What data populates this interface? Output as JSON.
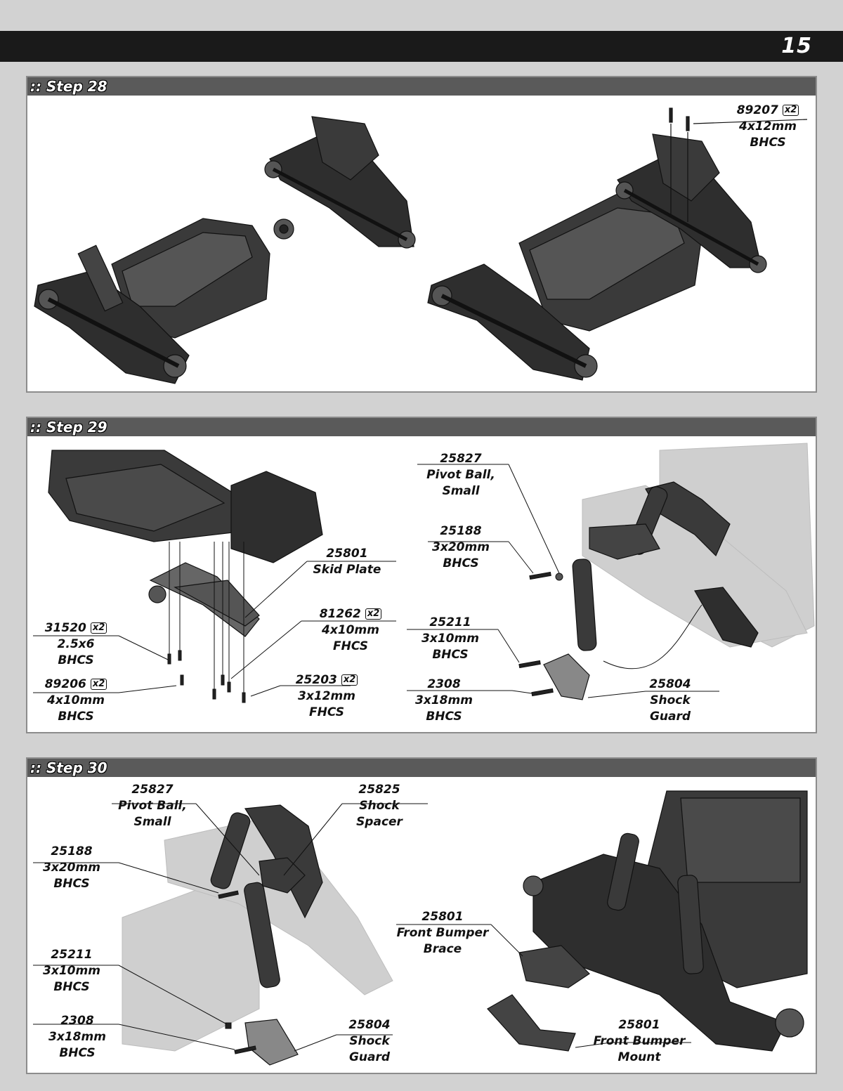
{
  "page": {
    "number": "15"
  },
  "colors": {
    "header_bar": "#1a1a1a",
    "step_bar": "#5a5a5a",
    "background": "#d2d2d2",
    "part_dark": "#333333",
    "part_light": "#cfcfcf"
  },
  "steps": [
    {
      "title": ":: Step 28",
      "labels": [
        {
          "number": "89207",
          "qty": "x2",
          "lines": [
            "4x12mm",
            "BHCS"
          ]
        }
      ]
    },
    {
      "title": ":: Step 29",
      "labels": [
        {
          "number": "25827",
          "qty": "",
          "lines": [
            "Pivot Ball,",
            "Small"
          ]
        },
        {
          "number": "25188",
          "qty": "",
          "lines": [
            "3x20mm",
            "BHCS"
          ]
        },
        {
          "number": "25801",
          "qty": "",
          "lines": [
            "Skid Plate"
          ]
        },
        {
          "number": "81262",
          "qty": "x2",
          "lines": [
            "4x10mm",
            "FHCS"
          ]
        },
        {
          "number": "25211",
          "qty": "",
          "lines": [
            "3x10mm",
            "BHCS"
          ]
        },
        {
          "number": "31520",
          "qty": "x2",
          "lines": [
            "2.5x6",
            "BHCS"
          ]
        },
        {
          "number": "89206",
          "qty": "x2",
          "lines": [
            "4x10mm",
            "BHCS"
          ]
        },
        {
          "number": "25203",
          "qty": "x2",
          "lines": [
            "3x12mm",
            "FHCS"
          ]
        },
        {
          "number": "2308",
          "qty": "",
          "lines": [
            "3x18mm",
            "BHCS"
          ]
        },
        {
          "number": "25804",
          "qty": "",
          "lines": [
            "Shock",
            "Guard"
          ]
        }
      ]
    },
    {
      "title": ":: Step 30",
      "labels": [
        {
          "number": "25827",
          "qty": "",
          "lines": [
            "Pivot Ball,",
            "Small"
          ]
        },
        {
          "number": "25825",
          "qty": "",
          "lines": [
            "Shock",
            "Spacer"
          ]
        },
        {
          "number": "25188",
          "qty": "",
          "lines": [
            "3x20mm",
            "BHCS"
          ]
        },
        {
          "number": "25801",
          "qty": "",
          "lines": [
            "Front Bumper",
            "Brace"
          ]
        },
        {
          "number": "25211",
          "qty": "",
          "lines": [
            "3x10mm",
            "BHCS"
          ]
        },
        {
          "number": "2308",
          "qty": "",
          "lines": [
            "3x18mm",
            "BHCS"
          ]
        },
        {
          "number": "25804",
          "qty": "",
          "lines": [
            "Shock",
            "Guard"
          ]
        },
        {
          "number": "25801",
          "qty": "",
          "lines": [
            "Front Bumper",
            "Mount"
          ]
        }
      ]
    }
  ]
}
